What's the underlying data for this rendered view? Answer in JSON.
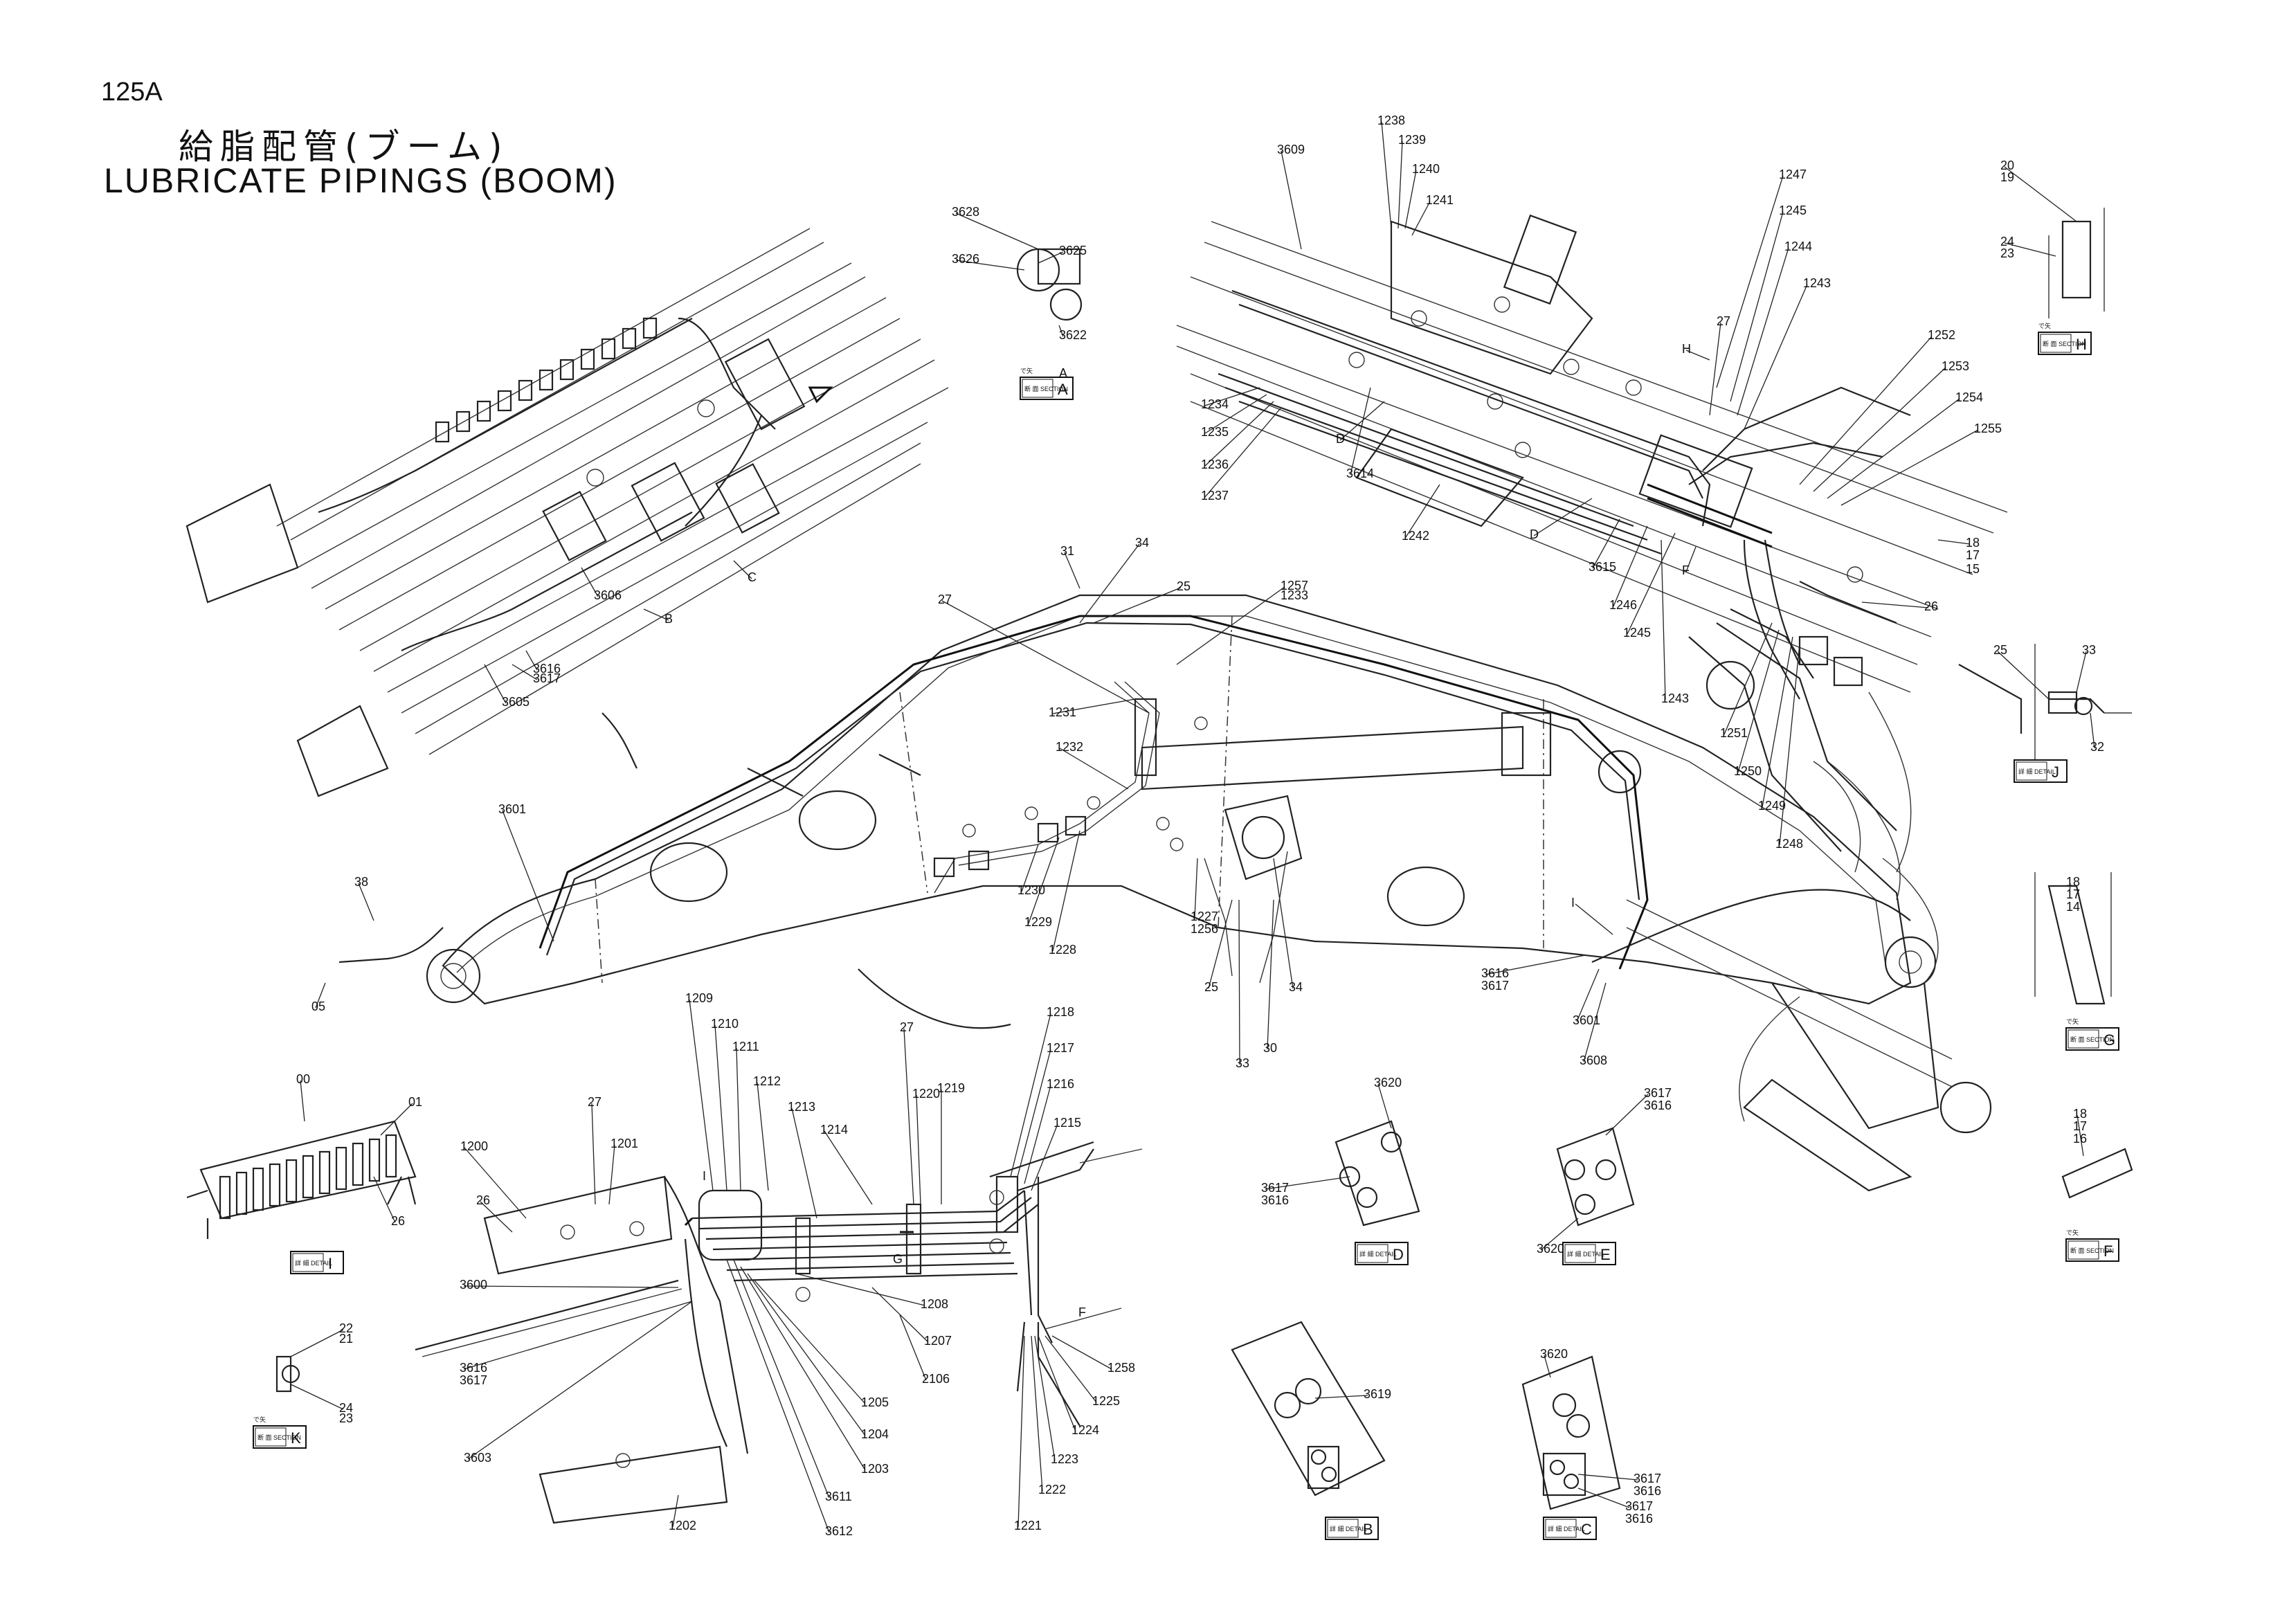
{
  "header": {
    "page_code": "125A",
    "title_jp": "給脂配管(ブーム)",
    "title_en": "LUBRICATE  PIPINGS (BOOM)"
  },
  "parts": [
    "05",
    "38",
    "3601",
    "3605",
    "3606",
    "3616",
    "3617",
    "B",
    "C",
    "3628",
    "3626",
    "3625",
    "3622",
    "A",
    "3609",
    "1238",
    "1239",
    "1240",
    "1241",
    "1247",
    "1245",
    "1244",
    "1243",
    "27",
    "H",
    "D",
    "D",
    "1234",
    "1235",
    "1236",
    "1237",
    "3614",
    "1242",
    "3615",
    "1246",
    "1245",
    "F",
    "1243",
    "1252",
    "1253",
    "1254",
    "1255",
    "18",
    "17",
    "15",
    "26",
    "1251",
    "1250",
    "1249",
    "1248",
    "20",
    "19",
    "24",
    "23",
    "25",
    "33",
    "32",
    "31",
    "34",
    "25",
    "27",
    "1257",
    "1233",
    "1231",
    "1232",
    "1230",
    "1229",
    "1228",
    "1227",
    "1256",
    "25",
    "33",
    "30",
    "34",
    "I",
    "3616",
    "3617",
    "3601",
    "3608",
    "00",
    "01",
    "26",
    "18",
    "17",
    "14",
    "18",
    "17",
    "16",
    "1209",
    "1210",
    "1211",
    "1212",
    "1213",
    "1214",
    "27",
    "1220",
    "1219",
    "1218",
    "1217",
    "1216",
    "1215",
    "27",
    "1200",
    "1201",
    "26",
    "3600",
    "3616",
    "3617",
    "3603",
    "1202",
    "3611",
    "3612",
    "1203",
    "1204",
    "1205",
    "2106",
    "1207",
    "1208",
    "G",
    "F",
    "1258",
    "1225",
    "1224",
    "1223",
    "1222",
    "1221",
    "I",
    "22",
    "21",
    "24",
    "23",
    "3620",
    "3617",
    "3616",
    "3617",
    "3616",
    "3620",
    "3619",
    "3617",
    "3616",
    "3620",
    "3617",
    "3616"
  ],
  "tags": [
    {
      "code": "断 面 SECTION",
      "letter": "A",
      "mark": "で矢"
    },
    {
      "code": "断 面 SECTION",
      "letter": "H",
      "mark": "で矢"
    },
    {
      "code": "詳 細 DETAIL",
      "letter": "J"
    },
    {
      "code": "断 面 SECTION",
      "letter": "G",
      "mark": "で矢"
    },
    {
      "code": "断 面 SECTION",
      "letter": "F",
      "mark": "で矢"
    },
    {
      "code": "詳 細 DETAIL",
      "letter": "I"
    },
    {
      "code": "詳 細 DETAIL",
      "letter": "D"
    },
    {
      "code": "詳 細 DETAIL",
      "letter": "E"
    },
    {
      "code": "断 面 SECTION",
      "letter": "K",
      "mark": "で矢"
    },
    {
      "code": "詳 細 DETAIL",
      "letter": "B"
    },
    {
      "code": "詳 細 DETAIL",
      "letter": "C"
    }
  ]
}
